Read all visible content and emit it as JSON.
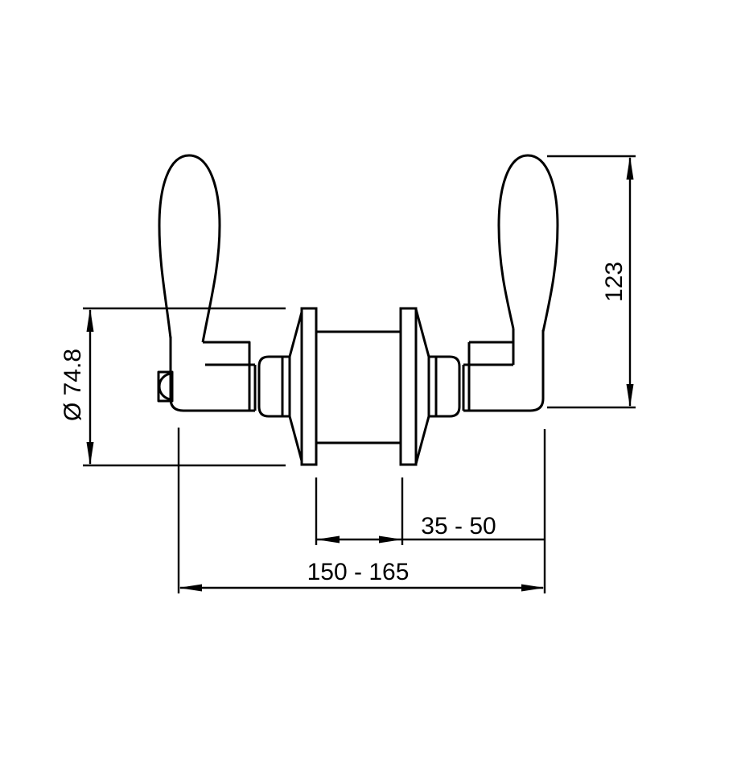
{
  "drawing": {
    "dimensions": {
      "diameter": "Ø 74.8",
      "height": "123",
      "clamping_range": "35 - 50",
      "overall_length": "150 - 165"
    },
    "colors": {
      "line": "#000000",
      "background": "#ffffff"
    }
  }
}
